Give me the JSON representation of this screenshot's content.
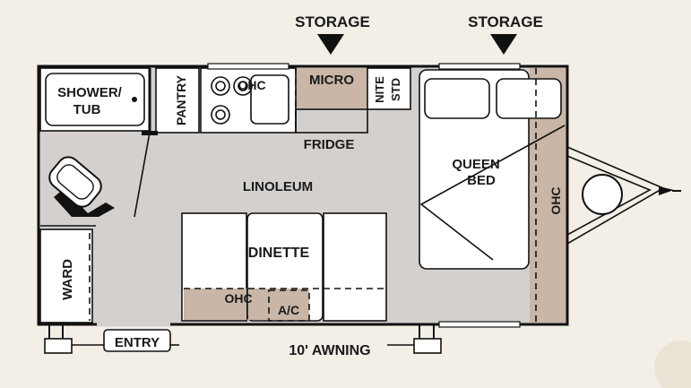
{
  "labels": {
    "storage_left": "STORAGE",
    "storage_right": "STORAGE",
    "shower": "SHOWER/",
    "tub": "TUB",
    "pantry": "PANTRY",
    "ohc_kitchen": "OHC",
    "micro": "MICRO",
    "nite": "NITE",
    "std": "STD",
    "fridge": "FRIDGE",
    "linoleum": "LINOLEUM",
    "queen": "QUEEN",
    "bed": "BED",
    "ohc_bed": "OHC",
    "dinette": "DINETTE",
    "ohc_dinette": "OHC",
    "ac": "A/C",
    "ward": "WARD",
    "entry": "ENTRY",
    "awning": "10' AWNING"
  },
  "colors": {
    "floor": "#d3d0ce",
    "cabinet_tan": "#c9b6a6",
    "background": "#f3efe6",
    "line": "#111111"
  }
}
